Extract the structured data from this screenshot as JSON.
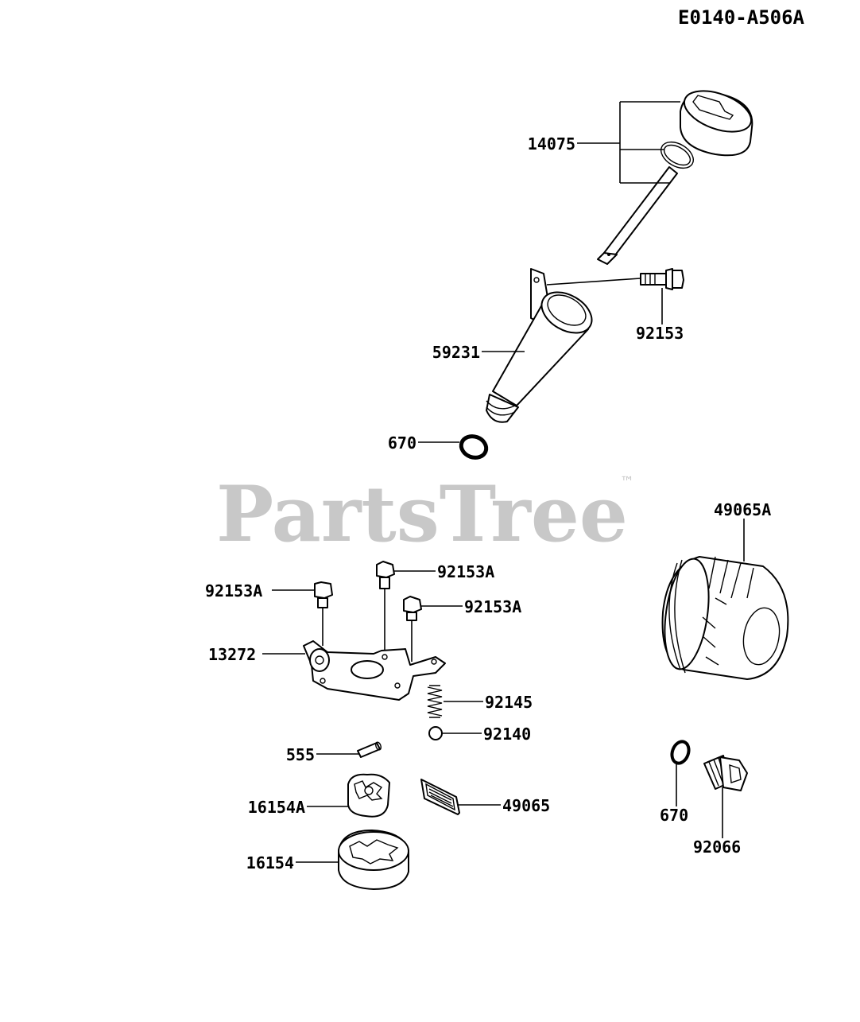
{
  "diagram": {
    "code": "E0140-A506A",
    "watermark": "PartsTree",
    "trademark": "™"
  },
  "parts": {
    "p14075": "14075",
    "p92153": "92153",
    "p59231": "59231",
    "p670_top": "670",
    "p49065A": "49065A",
    "p92153A_left": "92153A",
    "p92153A_mid": "92153A",
    "p92153A_right": "92153A",
    "p13272": "13272",
    "p92145": "92145",
    "p92140": "92140",
    "p555": "555",
    "p16154A": "16154A",
    "p49065": "49065",
    "p16154": "16154",
    "p670_bottom": "670",
    "p92066": "92066"
  }
}
